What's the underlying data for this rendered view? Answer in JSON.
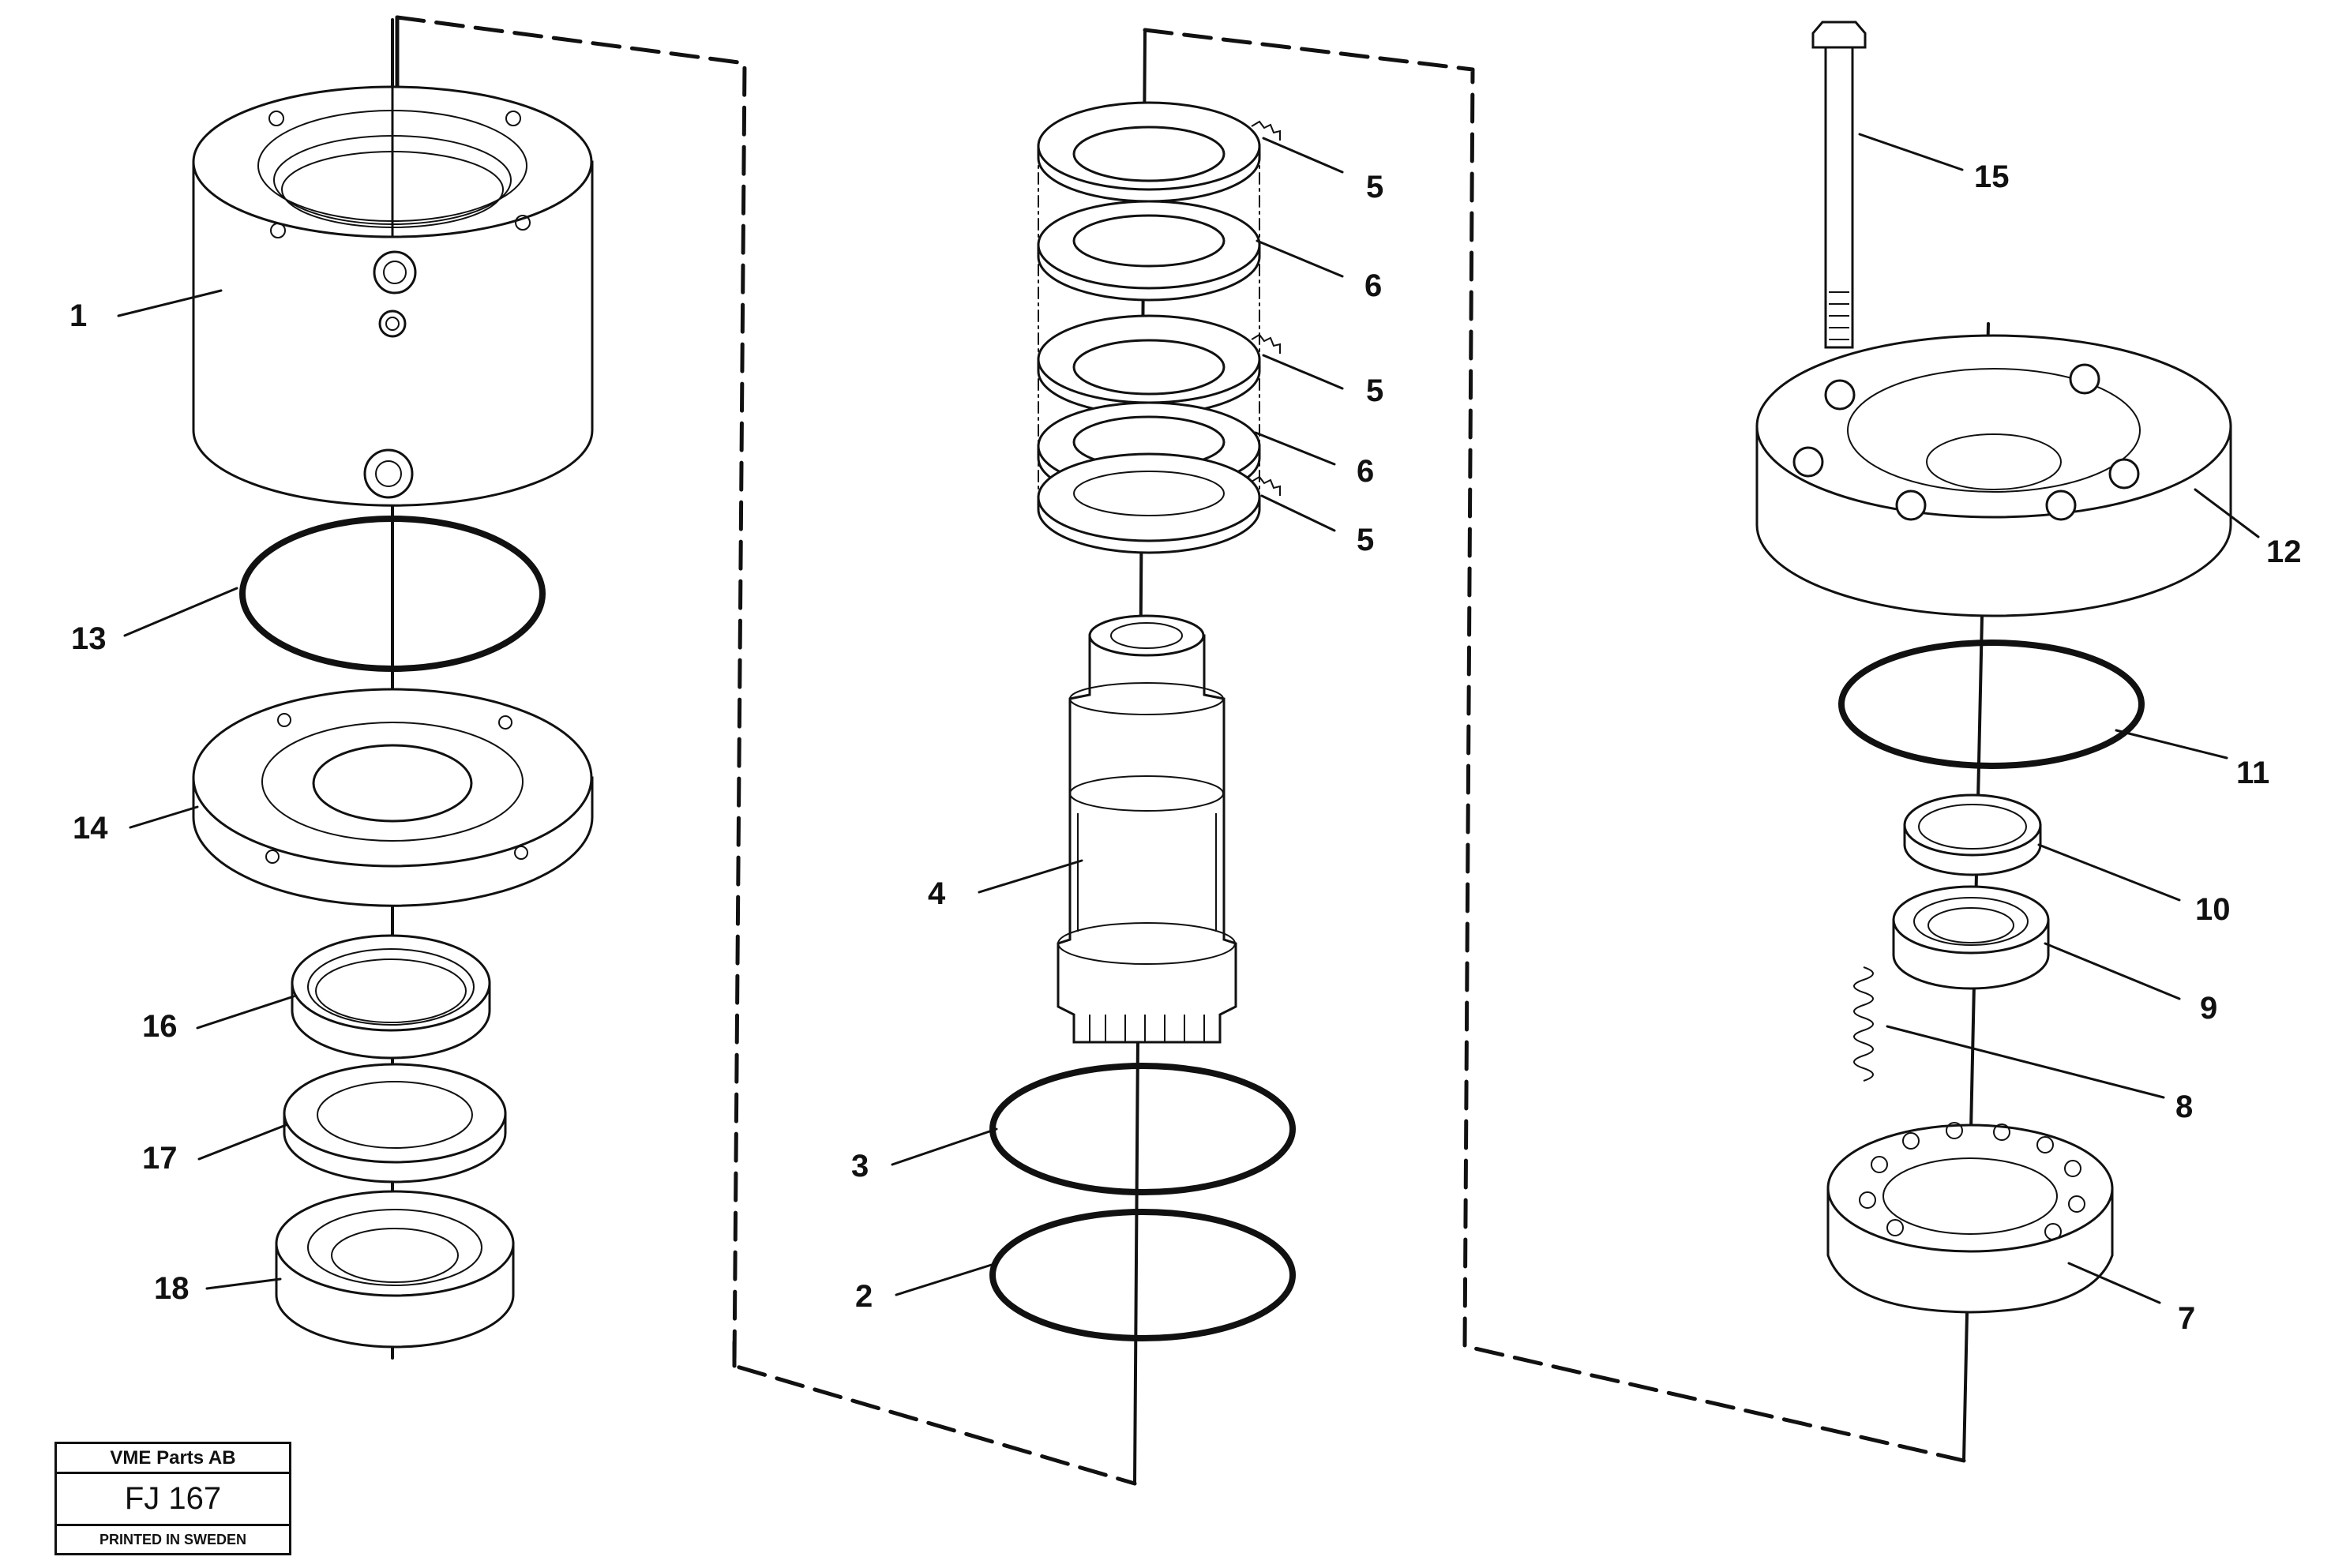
{
  "stamp": {
    "company": "VME Parts AB",
    "figure": "FJ 167",
    "printed": "PRINTED IN SWEDEN"
  },
  "callouts": {
    "c1": "1",
    "c2": "2",
    "c3": "3",
    "c4": "4",
    "c5a": "5",
    "c5b": "5",
    "c5c": "5",
    "c6a": "6",
    "c6b": "6",
    "c7": "7",
    "c8": "8",
    "c9": "9",
    "c10": "10",
    "c11": "11",
    "c12": "12",
    "c13": "13",
    "c14": "14",
    "c15": "15",
    "c16": "16",
    "c17": "17",
    "c18": "18"
  }
}
